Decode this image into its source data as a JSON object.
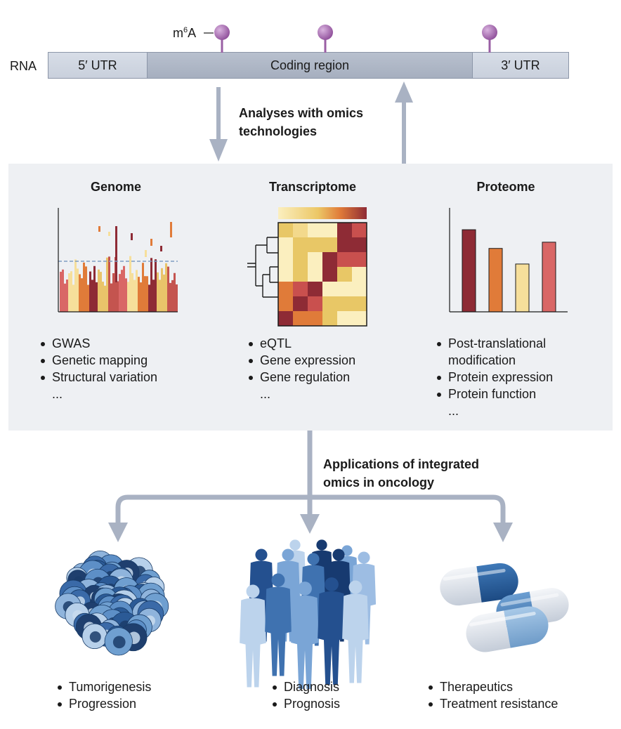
{
  "rna": {
    "label": "RNA",
    "m6a_base": "m",
    "m6a_sup": "6",
    "m6a_tail": "A",
    "utr5": "5′ UTR",
    "coding": "Coding region",
    "utr3": "3′ UTR"
  },
  "arrows": {
    "analyses": [
      "Analyses with omics",
      "technologies"
    ],
    "applications": [
      "Applications of integrated",
      "omics in oncology"
    ]
  },
  "columns": [
    {
      "title": "Genome",
      "items": [
        "GWAS",
        "Genetic mapping",
        "Structural variation"
      ],
      "more": "..."
    },
    {
      "title": "Transcriptome",
      "items": [
        "eQTL",
        "Gene expression",
        "Gene regulation"
      ],
      "more": "..."
    },
    {
      "title": "Proteome",
      "items": [
        "Post-translational",
        "modification",
        "Protein expression",
        "Protein function"
      ],
      "more": "..."
    }
  ],
  "applications": [
    {
      "items": [
        "Tumorigenesis",
        "Progression"
      ]
    },
    {
      "items": [
        "Diagnosis",
        "Prognosis"
      ]
    },
    {
      "items": [
        "Therapeutics",
        "Treatment resistance"
      ]
    }
  ],
  "colors": {
    "dark_red": "#8e2b35",
    "orange": "#e07b39",
    "light_yellow": "#f6df9b",
    "salmon": "#d96766",
    "arrow": "#a9b2c3",
    "m6a": "#9a5fa4",
    "panel": "#eef0f3"
  },
  "proteome_bars": [
    0.79,
    0.61,
    0.46,
    0.67
  ]
}
